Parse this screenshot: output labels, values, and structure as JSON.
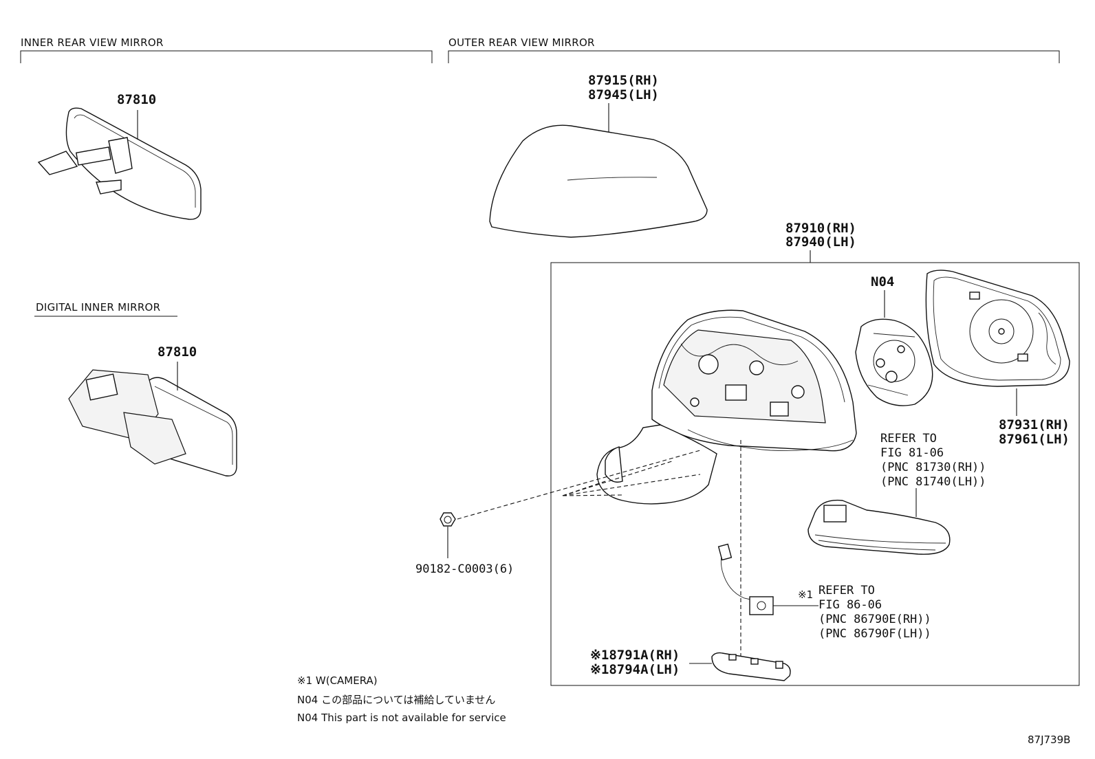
{
  "sections": {
    "inner": "INNER REAR VIEW MIRROR",
    "outer": "OUTER REAR VIEW MIRROR",
    "digital": "DIGITAL INNER MIRROR"
  },
  "parts": {
    "inner_mirror": "87810",
    "digital_mirror": "87810",
    "cover_rh": "87915(RH)",
    "cover_lh": "87945(LH)",
    "outer_assy_rh": "87910(RH)",
    "outer_assy_lh": "87940(LH)",
    "n04": "N04",
    "glass_rh": "87931(RH)",
    "glass_lh": "87961(LH)",
    "nut": "90182-C0003(6)",
    "camera_cover_rh": "※18791A(RH)",
    "camera_cover_lh": "※18794A(LH)"
  },
  "refer_lamp": [
    "REFER TO",
    "FIG 81-06",
    "(PNC 81730(RH))",
    "(PNC 81740(LH))"
  ],
  "refer_camera": {
    "mark": "※1",
    "lines": [
      "REFER TO",
      "FIG 86-06",
      "(PNC 86790E(RH))",
      "(PNC 86790F(LH))"
    ]
  },
  "notes": {
    "w_camera": "※1 W(CAMERA)",
    "n04_jp": "N04 この部品については補給していません",
    "n04_en": "N04 This part is not available for service"
  },
  "diagram_id": "87J739B"
}
